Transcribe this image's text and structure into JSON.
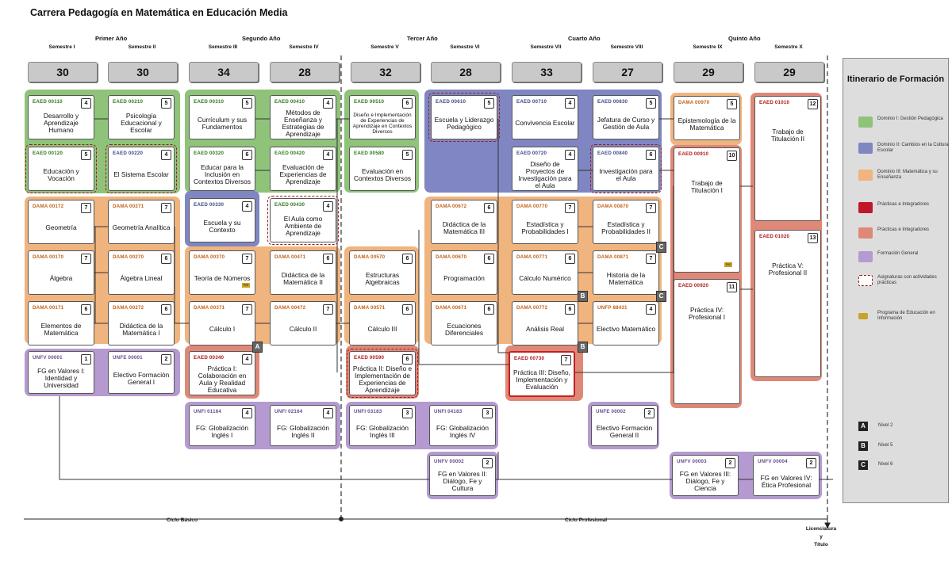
{
  "title": "Carrera Pedagogía en Matemática en Educación Media",
  "years": [
    "Primer Año",
    "Segundo Año",
    "Tercer Año",
    "Cuarto Año",
    "Quinto Año"
  ],
  "semesters": [
    "Semestre I",
    "Semestre II",
    "Semestre III",
    "Semestre IV",
    "Semestre V",
    "Semestre VI",
    "Semestre VII",
    "Semestre VIII",
    "Semestre IX",
    "Semestre X"
  ],
  "credits": [
    "30",
    "30",
    "34",
    "28",
    "32",
    "28",
    "33",
    "27",
    "29",
    "29"
  ],
  "courses": [
    {
      "code": "EAED 00110",
      "num": "4",
      "name": "Desarrollo y Aprendizaje Humano",
      "tone": "green"
    },
    {
      "code": "EAED 00210",
      "num": "5",
      "name": "Psicología Educacional y Escolar",
      "tone": "green"
    },
    {
      "code": "EAED 00310",
      "num": "5",
      "name": "Currículum y sus Fundamentos",
      "tone": "green"
    },
    {
      "code": "EAED 00410",
      "num": "4",
      "name": "Métodos de Enseñanza y Estrategias de Aprendizaje",
      "tone": "green"
    },
    {
      "code": "EAED 00510",
      "num": "6",
      "name": "Diseño e Implementación de Experiencias de Aprendizaje en Contextos Diversos",
      "tone": "green"
    },
    {
      "code": "EAED 00610",
      "num": "5",
      "name": "Escuela y Liderazgo Pedagógico",
      "tone": "blue"
    },
    {
      "code": "EAED 00710",
      "num": "4",
      "name": "Convivencia Escolar",
      "tone": "blue"
    },
    {
      "code": "EAED 00830",
      "num": "5",
      "name": "Jefatura de Curso y Gestión de Aula",
      "tone": "blue"
    },
    {
      "code": "DAMA 00970",
      "num": "5",
      "name": "Epistemología de la Matemática",
      "tone": "orange"
    },
    {
      "code": "EAED 01010",
      "num": "12",
      "name": "Trabajo de Titulación II",
      "tone": "red"
    },
    {
      "code": "EAED 00120",
      "num": "5",
      "name": "Educación y Vocación",
      "tone": "green"
    },
    {
      "code": "EAED 00220",
      "num": "4",
      "name": "El Sistema Escolar",
      "tone": "blue"
    },
    {
      "code": "EAED 00320",
      "num": "6",
      "name": "Educar para la Inclusión en Contextos Diversos",
      "tone": "green"
    },
    {
      "code": "EAED 00420",
      "num": "4",
      "name": "Evaluación de Experiencias de Aprendizaje",
      "tone": "green"
    },
    {
      "code": "EAED 00580",
      "num": "5",
      "name": "Evaluación en Contextos Diversos",
      "tone": "green"
    },
    {
      "code": "EAED 00720",
      "num": "4",
      "name": "Diseño de Proyectos de Investigación para el Aula",
      "tone": "blue"
    },
    {
      "code": "EAED 00840",
      "num": "6",
      "name": "Investigación para el Aula",
      "tone": "blue"
    },
    {
      "code": "EAED 00910",
      "num": "10",
      "name": "Trabajo de Titulación I",
      "tone": "red"
    },
    {
      "code": "EAED 01020",
      "num": "13",
      "name": "Práctica V: Profesional II",
      "tone": "red"
    },
    {
      "code": "DAMA 00172",
      "num": "7",
      "name": "Geometría",
      "tone": "orange"
    },
    {
      "code": "DAMA 00271",
      "num": "7",
      "name": "Geometría Analítica",
      "tone": "orange"
    },
    {
      "code": "EAED 00330",
      "num": "4",
      "name": "Escuela y su Contexto",
      "tone": "blue"
    },
    {
      "code": "EAED 00430",
      "num": "4",
      "name": "El Aula como Ambiente de Aprendizaje",
      "tone": "green"
    },
    {
      "code": "DAMA 00672",
      "num": "6",
      "name": "Didáctica de la Matemática III",
      "tone": "orange"
    },
    {
      "code": "DAMA 00770",
      "num": "7",
      "name": "Estadística y Probabilidades I",
      "tone": "orange"
    },
    {
      "code": "DAMA 00870",
      "num": "7",
      "name": "Estadística y Probabilidades II",
      "tone": "orange"
    },
    {
      "code": "DAMA 00170",
      "num": "7",
      "name": "Álgebra",
      "tone": "orange"
    },
    {
      "code": "DAMA 00270",
      "num": "6",
      "name": "Álgebra Lineal",
      "tone": "orange"
    },
    {
      "code": "DAMA 00370",
      "num": "7",
      "name": "Teoría de Números",
      "tone": "orange"
    },
    {
      "code": "DAMA 00471",
      "num": "6",
      "name": "Didáctica de la Matemática II",
      "tone": "orange"
    },
    {
      "code": "DAMA 00570",
      "num": "6",
      "name": "Estructuras Algebraicas",
      "tone": "orange"
    },
    {
      "code": "DAMA 00670",
      "num": "6",
      "name": "Programación",
      "tone": "orange"
    },
    {
      "code": "DAMA 00771",
      "num": "6",
      "name": "Cálculo Numérico",
      "tone": "orange"
    },
    {
      "code": "DAMA 00871",
      "num": "7",
      "name": "Historia de la Matemática",
      "tone": "orange"
    },
    {
      "code": "EAED 00920",
      "num": "11",
      "name": "Práctica IV: Profesional I",
      "tone": "red"
    },
    {
      "code": "DAMA 00171",
      "num": "6",
      "name": "Elementos de Matemática",
      "tone": "orange"
    },
    {
      "code": "DAMA 00272",
      "num": "6",
      "name": "Didáctica de la Matemática I",
      "tone": "orange"
    },
    {
      "code": "DAMA 00371",
      "num": "7",
      "name": "Cálculo I",
      "tone": "orange"
    },
    {
      "code": "DAMA 00472",
      "num": "7",
      "name": "Cálculo II",
      "tone": "orange"
    },
    {
      "code": "DAMA 00571",
      "num": "6",
      "name": "Cálculo III",
      "tone": "orange"
    },
    {
      "code": "DAMA 00671",
      "num": "6",
      "name": "Ecuaciones Diferenciales",
      "tone": "orange"
    },
    {
      "code": "DAMA 00772",
      "num": "6",
      "name": "Análisis Real",
      "tone": "orange"
    },
    {
      "code": "UNFP 88431",
      "num": "4",
      "name": "Electivo Matemático",
      "tone": "orange"
    },
    {
      "code": "UNFV 00001",
      "num": "1",
      "name": "FG en Valores I: Identidad y Universidad",
      "tone": "purple"
    },
    {
      "code": "UNFE 00001",
      "num": "2",
      "name": "Electivo Formación General I",
      "tone": "purple"
    },
    {
      "code": "EAED 00340",
      "num": "4",
      "name": "Práctica I: Colaboración en Aula y Realidad Educativa",
      "tone": "red"
    },
    {
      "code": "EAED 00590",
      "num": "6",
      "name": "Práctica II: Diseño e Implementación de Experiencias de Aprendizaje",
      "tone": "red"
    },
    {
      "code": "EAED 00730",
      "num": "7",
      "name": "Práctica III: Diseño, Implementación y Evaluación",
      "tone": "red"
    },
    {
      "code": "UNFI 01164",
      "num": "4",
      "name": "FG: Globalización Inglés I",
      "tone": "purple"
    },
    {
      "code": "UNFI 02164",
      "num": "4",
      "name": "FG: Globalización Inglés II",
      "tone": "purple"
    },
    {
      "code": "UNFI 03183",
      "num": "3",
      "name": "FG: Globalización Inglés III",
      "tone": "purple"
    },
    {
      "code": "UNFI 04183",
      "num": "3",
      "name": "FG: Globalización Inglés IV",
      "tone": "purple"
    },
    {
      "code": "UNFE 00002",
      "num": "2",
      "name": "Electivo Formación General II",
      "tone": "purple"
    },
    {
      "code": "UNFV 00002",
      "num": "2",
      "name": "FG en Valores II: Diálogo, Fe y Cultura",
      "tone": "purple"
    },
    {
      "code": "UNFV 00003",
      "num": "2",
      "name": "FG en Valores III: Diálogo, Fe y Ciencia",
      "tone": "purple"
    },
    {
      "code": "UNFV 00004",
      "num": "2",
      "name": "FG en Valores IV: Ética Profesional",
      "tone": "purple"
    }
  ],
  "level_markers": [
    "A",
    "B",
    "B",
    "C",
    "C"
  ],
  "pie_label": "PIE",
  "legend": {
    "title": "Itinerario de Formación",
    "items": [
      {
        "color": "#8fc37a",
        "label": "Dominio I: Gestión Pedagógica"
      },
      {
        "color": "#7f86c2",
        "label": "Dominio II: Cambios en la Cultura Escolar"
      },
      {
        "color": "#f0b47e",
        "label": "Dominio III: Matemática y su Enseñanza"
      },
      {
        "color": "#c0182a",
        "label": "Prácticas e Integradores"
      },
      {
        "color": "#e08878",
        "label": "Prácticas e Integradores"
      },
      {
        "color": "#b49ad0",
        "label": "Formación General"
      },
      {
        "color": "none",
        "label": "Asignaturas con actividades prácticas"
      },
      {
        "color": "#c9a227",
        "label": "Programa de Educación en Información"
      }
    ],
    "levels": [
      {
        "mark": "A",
        "label": "Nivel 2"
      },
      {
        "mark": "B",
        "label": "Nivel 5"
      },
      {
        "mark": "C",
        "label": "Nivel 6"
      }
    ]
  },
  "cycles": {
    "basic": "Ciclo Básico",
    "professional": "Ciclo Profesional",
    "degree_line1": "Licenciatura",
    "degree_line2": "y",
    "degree_line3": "Título"
  }
}
